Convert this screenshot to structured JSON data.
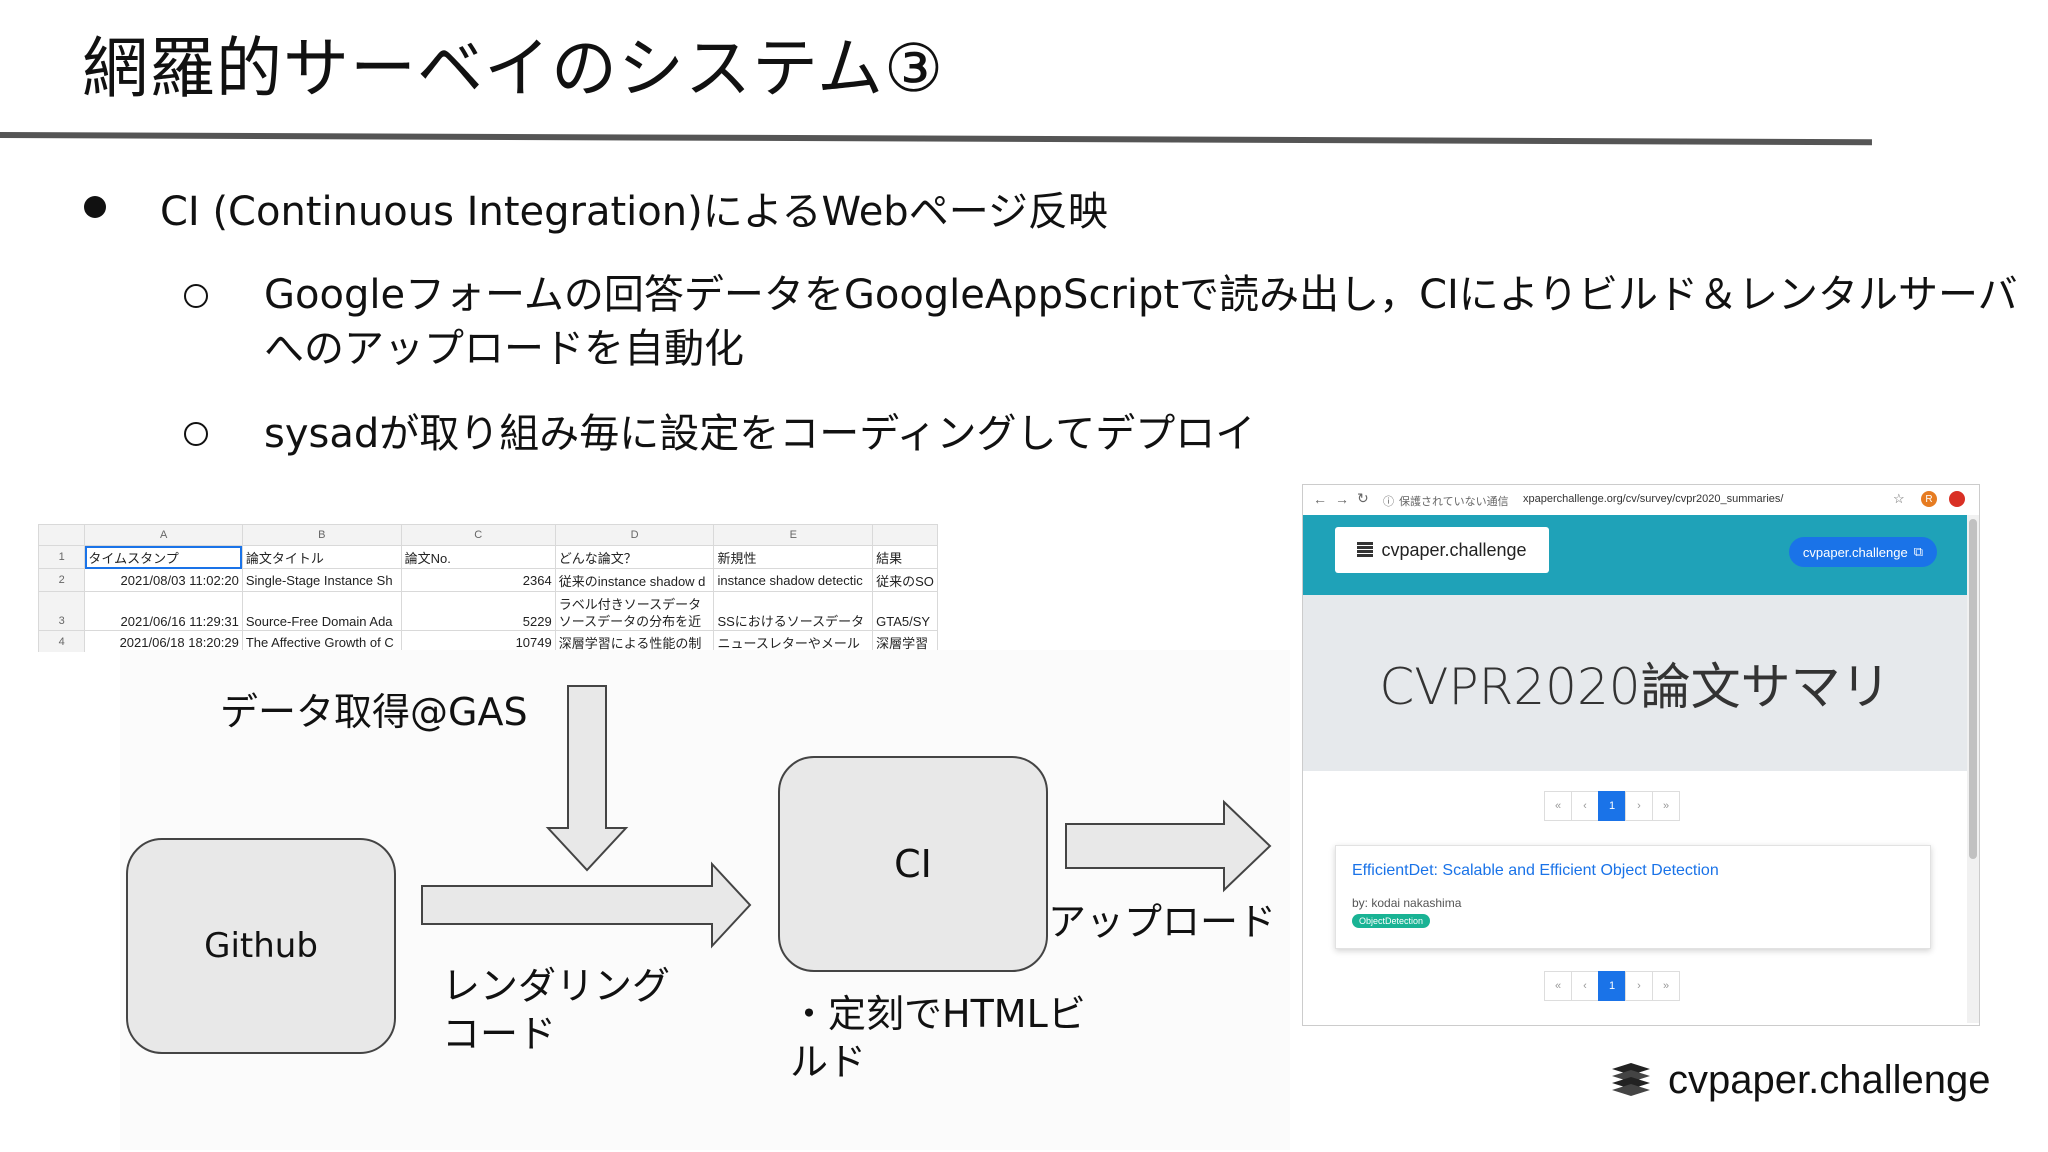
{
  "slide": {
    "title": "網羅的サーベイのシステム③",
    "bullets": [
      {
        "text": "CI (Continuous Integration)によるWebページ反映"
      },
      {
        "text": "Googleフォームの回答データをGoogleAppScriptで読み出し，CIによりビルド＆レンタルサーバへのアップロードを自動化"
      },
      {
        "text": "sysadが取り組み毎に設定をコーディングしてデプロイ"
      }
    ]
  },
  "sheet": {
    "columns": [
      "A",
      "B",
      "C",
      "D",
      "E",
      ""
    ],
    "header_row": {
      "num": "1",
      "cells": [
        "タイムスタンプ",
        "論文タイトル",
        "論文No.",
        "どんな論文？",
        "新規性",
        "結果"
      ]
    },
    "rows": [
      {
        "num": "2",
        "cells": [
          "2021/08/03 11:02:20",
          "Single-Stage Instance Sh",
          "2364",
          "従来のinstance shadow d",
          "instance shadow detectic",
          "従来のSO"
        ]
      },
      {
        "num": "3",
        "cells": [
          "2021/06/16 11:29:31",
          "Source-Free Domain Ada",
          "5229",
          "ラベル付きソースデータ ソースデータの分布を近",
          "SSにおけるソースデータ",
          "GTA5/SY"
        ]
      },
      {
        "num": "4",
        "cells": [
          "2021/06/18 18:20:29",
          "The Affective Growth of C",
          "10749",
          "深層学習による性能の制",
          "ニュースレターやメール",
          "深層学習"
        ]
      }
    ]
  },
  "diagram": {
    "github_label": "Github",
    "ci_label": "CI",
    "data_fetch_label": "データ取得@GAS",
    "rendering_label_1": "レンダリング",
    "rendering_label_2": "コード",
    "upload_label": "アップロード",
    "build_label_1": "・定刻でHTMLビ",
    "build_label_2": "ルド"
  },
  "browser": {
    "security_text": "保護されていない通信",
    "url": "xpaperchallenge.org/cv/survey/cvpr2020_summaries/",
    "brand": "cvpaper.challenge",
    "external_link": "cvpaper.challenge",
    "hero_title": "CVPR2020論文サマリ",
    "pager": [
      "«",
      "‹",
      "1",
      "›",
      "»"
    ],
    "card": {
      "title": "EfficientDet: Scalable and Efficient Object Detection",
      "author": "by: kodai nakashima",
      "tag": "ObjectDetection"
    },
    "avatar_letter": "R"
  },
  "footer": {
    "logo_text": "cvpaper.challenge"
  },
  "colors": {
    "accent": "#1a73e8",
    "navbar": "#1fa2b8",
    "tag": "#19b394",
    "box_fill": "#e8e8e8"
  }
}
